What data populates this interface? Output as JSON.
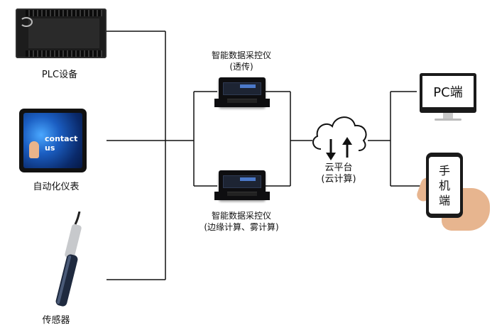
{
  "devices": {
    "plc_label": "PLC设备",
    "instrument_label": "自动化仪表",
    "instrument_screen_text": "contact us",
    "sensor_label": "传感器"
  },
  "gateways": {
    "top_title": "智能数据采控仪",
    "top_subtitle": "(透传)",
    "bottom_title": "智能数据采控仪",
    "bottom_subtitle": "(边缘计算、雾计算)"
  },
  "cloud": {
    "title": "云平台",
    "subtitle": "(云计算)"
  },
  "terminals": {
    "pc_label": "PC端",
    "phone_label_chars": [
      "手",
      "机",
      "端"
    ]
  },
  "colors": {
    "line": "#111111",
    "background": "#ffffff"
  }
}
